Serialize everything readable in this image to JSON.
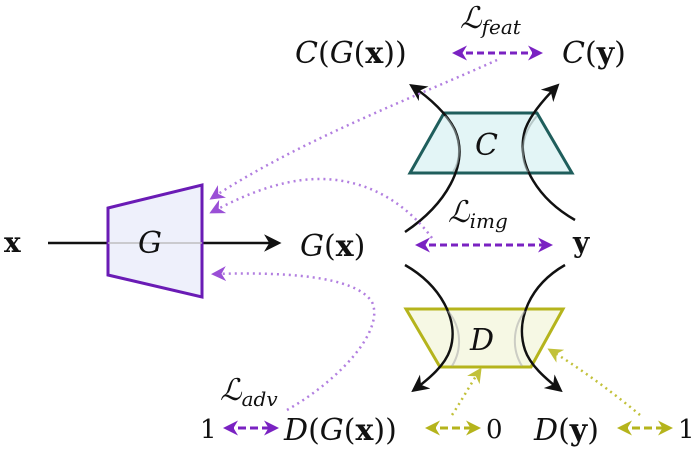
{
  "colors": {
    "generator_stroke": "#6a1bb5",
    "generator_fill": "#eef0fb",
    "classifier_stroke": "#1f5e5c",
    "classifier_fill": "#e3f5f6",
    "discriminator_stroke": "#b5b41c",
    "discriminator_fill": "#f6f8e4",
    "loss_purple": "#7a22c2",
    "loss_purple_light": "#b27fe0",
    "loss_olive": "#b5b41c",
    "arrow_black": "#111111"
  },
  "nodes": {
    "input": "x",
    "generator": "G",
    "generated": {
      "fn": "G",
      "arg": "x"
    },
    "classifier": "C",
    "discriminator": "D",
    "target": "y",
    "c_of_gx": {
      "outer": "C",
      "inner": "G",
      "arg": "x"
    },
    "c_of_y": {
      "fn": "C",
      "arg": "y"
    },
    "d_of_gx": {
      "outer": "D",
      "inner": "G",
      "arg": "x"
    },
    "d_of_y": {
      "fn": "D",
      "arg": "y"
    }
  },
  "losses": {
    "feat": {
      "symbol": "ℒ",
      "sub": "feat"
    },
    "img": {
      "symbol": "ℒ",
      "sub": "img"
    },
    "adv": {
      "symbol": "ℒ",
      "sub": "adv"
    }
  },
  "targets": {
    "adv_gen_target": "1",
    "d_fake_target": "0",
    "d_real_target": "1"
  }
}
